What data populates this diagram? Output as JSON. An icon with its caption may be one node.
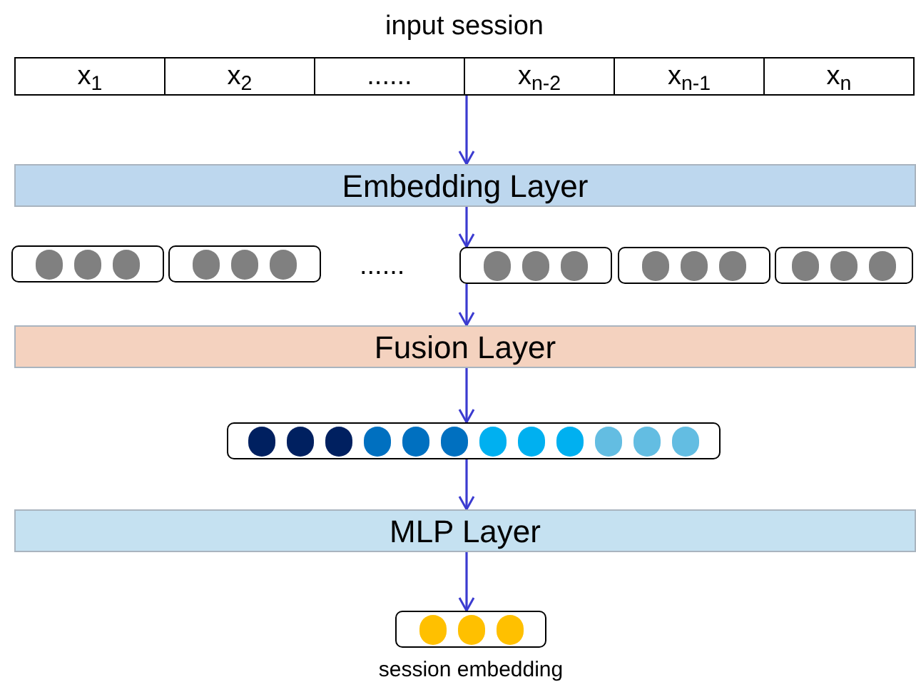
{
  "diagram": {
    "nodes": [
      {
        "text": [
          "input session"
        ]
      },
      {
        "text": [
          "x$_{1}$"
        ],
        "in": 0
      },
      {
        "text": [
          "x$_{2}$"
        ],
        "in": 0
      },
      {
        "text": [
          "......"
        ],
        "in": 0
      },
      {
        "text": [
          "x$_{n-2}$"
        ],
        "in": 0
      },
      {
        "text": [
          "x$_{n-1}$"
        ],
        "in": 0
      },
      {
        "text": [
          "x$_{n}$"
        ],
        "in": 0
      },
      {
        "text": [
          "Embedding Layer"
        ]
      },
      {
        "text": [],
        "shape": "box"
      },
      {
        "text": [],
        "shape": "box"
      },
      {
        "text": [],
        "shape": "box"
      },
      {
        "text": [],
        "shape": "box"
      },
      {
        "text": [],
        "shape": "box"
      },
      {
        "text": [
          "Fusion Layer"
        ]
      },
      {
        "text": [],
        "shape": "box"
      },
      {
        "text": [
          "MLP Layer"
        ]
      },
      {
        "text": [],
        "shape": "box",
        "beside": [
          "session embedding"
        ]
      }
    ],
    "edges": [
      {
        "from": 0,
        "to": 7,
        "arrow": "to"
      },
      {
        "from": 7,
        "to": 10,
        "arrow": "to"
      },
      {
        "from": 10,
        "to": 13,
        "arrow": "to"
      },
      {
        "from": 13,
        "to": 14,
        "arrow": "to"
      },
      {
        "from": 14,
        "to": 15,
        "arrow": "to"
      },
      {
        "from": 15,
        "to": 16,
        "arrow": "to"
      }
    ],
    "labels": [
      "......"
    ]
  }
}
